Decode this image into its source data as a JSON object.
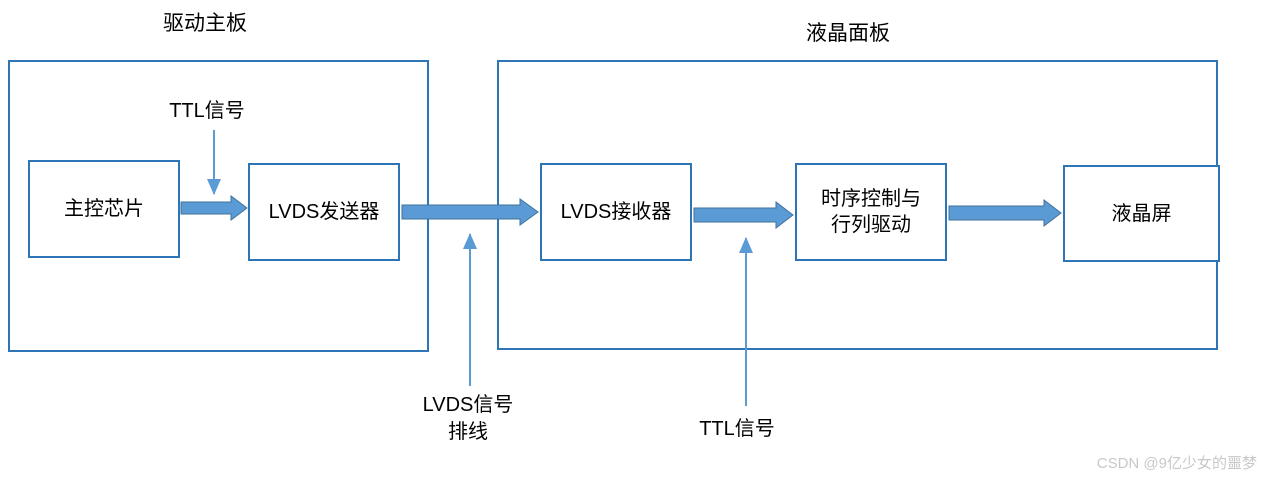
{
  "colors": {
    "box_border": "#2e75b6",
    "block_arrow_fill": "#5b9bd5",
    "block_arrow_stroke": "#41719c",
    "thin_arrow": "#5b9bd5",
    "text": "#000000",
    "watermark": "#c8c8c8"
  },
  "groups": {
    "driver_board": {
      "title": "驱动主板"
    },
    "lcd_panel": {
      "title": "液晶面板"
    }
  },
  "nodes": {
    "main_chip": {
      "label": "主控芯片"
    },
    "lvds_transmitter": {
      "label": "LVDS发送器"
    },
    "lvds_receiver": {
      "label": "LVDS接收器"
    },
    "timing_controller": {
      "label": "时序控制与\n行列驱动"
    },
    "lcd_screen": {
      "label": "液晶屏"
    }
  },
  "annotations": {
    "ttl_signal_left": {
      "label": "TTL信号"
    },
    "lvds_cable": {
      "label": "LVDS信号\n排线"
    },
    "ttl_signal_right": {
      "label": "TTL信号"
    }
  },
  "arrows": [
    {
      "from": "main_chip",
      "to": "lvds_transmitter",
      "type": "block"
    },
    {
      "from": "lvds_transmitter",
      "to": "lvds_receiver",
      "type": "block"
    },
    {
      "from": "lvds_receiver",
      "to": "timing_controller",
      "type": "block"
    },
    {
      "from": "timing_controller",
      "to": "lcd_screen",
      "type": "block"
    },
    {
      "from": "ttl_signal_left_label",
      "to": "block_arrow_1",
      "type": "pointer-down"
    },
    {
      "from": "lvds_cable_label",
      "to": "block_arrow_2",
      "type": "pointer-up"
    },
    {
      "from": "ttl_signal_right_label",
      "to": "block_arrow_3",
      "type": "pointer-up"
    }
  ],
  "watermark": {
    "text": "CSDN @9亿少女的噩梦"
  }
}
